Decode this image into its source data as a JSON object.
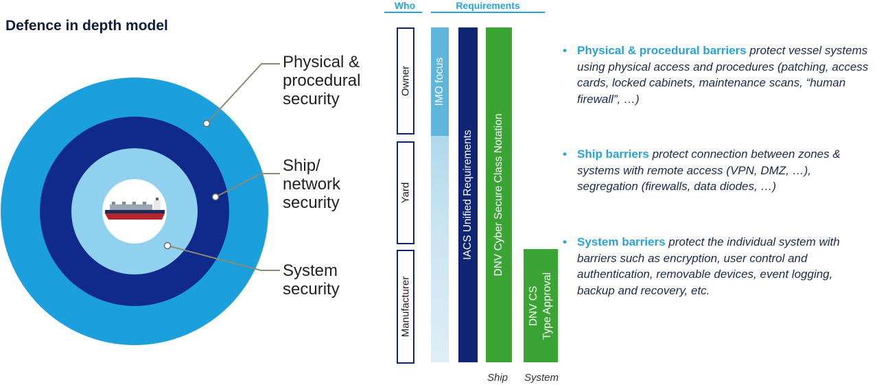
{
  "title": "Defence in depth model",
  "circles": {
    "outer_label": "Physical & procedural security",
    "middle_label": "Ship/ network security",
    "inner_label": "System security",
    "colors": {
      "outer": "#1b9fdd",
      "middle": "#0f2a8a",
      "inner": "#8fd1ee",
      "core": "#ffffff",
      "leader": "#8b8b72"
    }
  },
  "headers": {
    "who": "Who",
    "requirements": "Requirements"
  },
  "who": [
    {
      "label": "Owner"
    },
    {
      "label": "Yard"
    },
    {
      "label": "Manufacturer"
    }
  ],
  "bars": [
    {
      "label": "IMO focus",
      "color": "#5fb6dc"
    },
    {
      "label": "IACS Unified Requirements",
      "color": "#0f2472"
    },
    {
      "label": "DNV Cyber Secure Class Notation",
      "color": "#3aa535"
    },
    {
      "label": "DNV CS\nType Approval",
      "color": "#3aa535"
    }
  ],
  "bottom_labels": {
    "ship": "Ship",
    "system": "System"
  },
  "bullets": [
    {
      "highlight": "Physical & procedural barriers",
      "text": " protect vessel systems using physical access and procedures (patching, access cards, locked cabinets, maintenance scans, “human firewall”, …)"
    },
    {
      "highlight": "Ship barriers",
      "text": " protect connection between zones & systems with remote access (VPN, DMZ, …), segregation (firewalls, data diodes, …)"
    },
    {
      "highlight": "System barriers",
      "text": " protect the individual system with barriers such as encryption, user control and authentication, removable devices, event logging, backup and recovery, etc."
    }
  ]
}
